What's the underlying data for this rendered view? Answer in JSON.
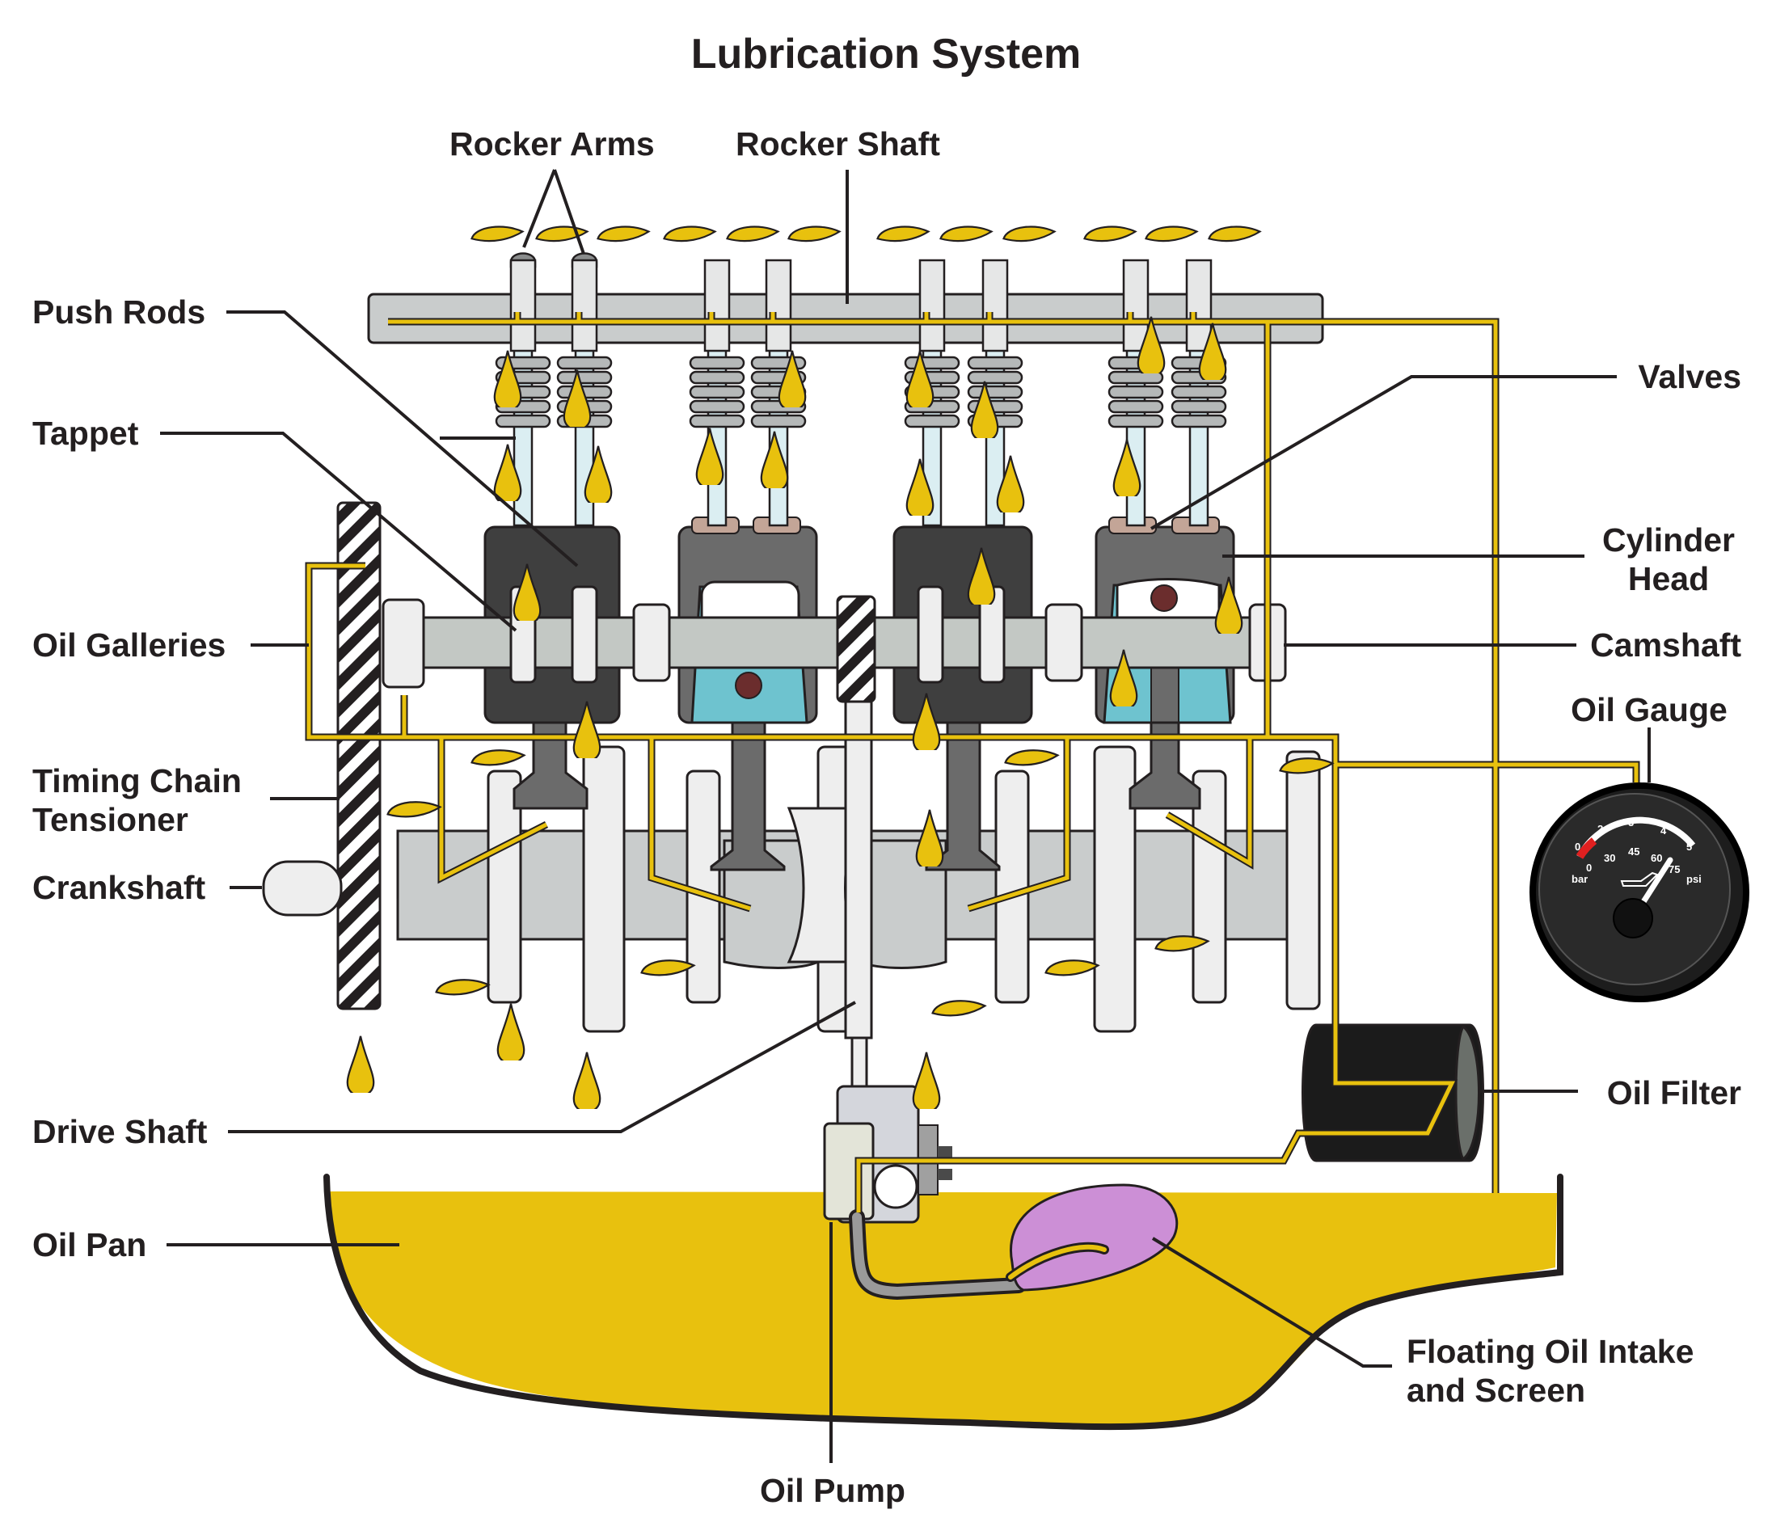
{
  "title": "Lubrication System",
  "labels": {
    "rocker_arms": "Rocker Arms",
    "rocker_shaft": "Rocker Shaft",
    "push_rods": "Push Rods",
    "tappet": "Tappet",
    "oil_galleries": "Oil Galleries",
    "timing_chain_tensioner_1": "Timing Chain",
    "timing_chain_tensioner_2": "Tensioner",
    "crankshaft": "Crankshaft",
    "drive_shaft": "Drive Shaft",
    "oil_pan": "Oil Pan",
    "oil_pump": "Oil Pump",
    "valves": "Valves",
    "cylinder_head_1": "Cylinder",
    "cylinder_head_2": "Head",
    "camshaft": "Camshaft",
    "oil_gauge": "Oil Gauge",
    "oil_filter": "Oil Filter",
    "floating_intake_1": "Floating Oil Intake",
    "floating_intake_2": "and Screen"
  },
  "gauge": {
    "bar_ticks": [
      "0",
      "2",
      "3",
      "4",
      "5"
    ],
    "psi_ticks": [
      "0",
      "30",
      "45",
      "60",
      "75"
    ],
    "unit_bar": "bar",
    "unit_psi": "psi"
  },
  "colors": {
    "oil": "#e8c10e",
    "oil_line": "#d4ae16",
    "outline": "#231f20",
    "block": "#c9cccc",
    "head_dark": "#3f3f3f",
    "head_mid": "#6b6b6b",
    "piston": "#6ec3cf",
    "intake_screen": "#cc8fd6"
  }
}
